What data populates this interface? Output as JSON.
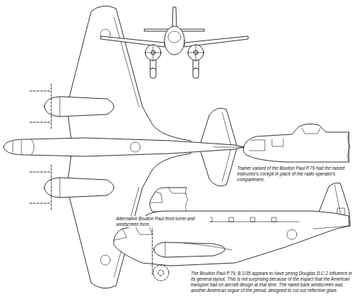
{
  "diagram": {
    "labels": [
      "Trainer variant of the Boulton Paul P.79 had the raised instructor's cockpit in place of the radio operator's compartment.",
      "Alternative Boulton Paul front turret and windscreen form.",
      "The Boulton Paul P.79, B.1/35 appears to have strong Douglas D.C.2 influence in its general layout. This is not surprising because of the impact that the American transport had on aircraft design at that time. The raked back windscreen was another American vogue of the period, designed to cut out reflective glare."
    ]
  }
}
